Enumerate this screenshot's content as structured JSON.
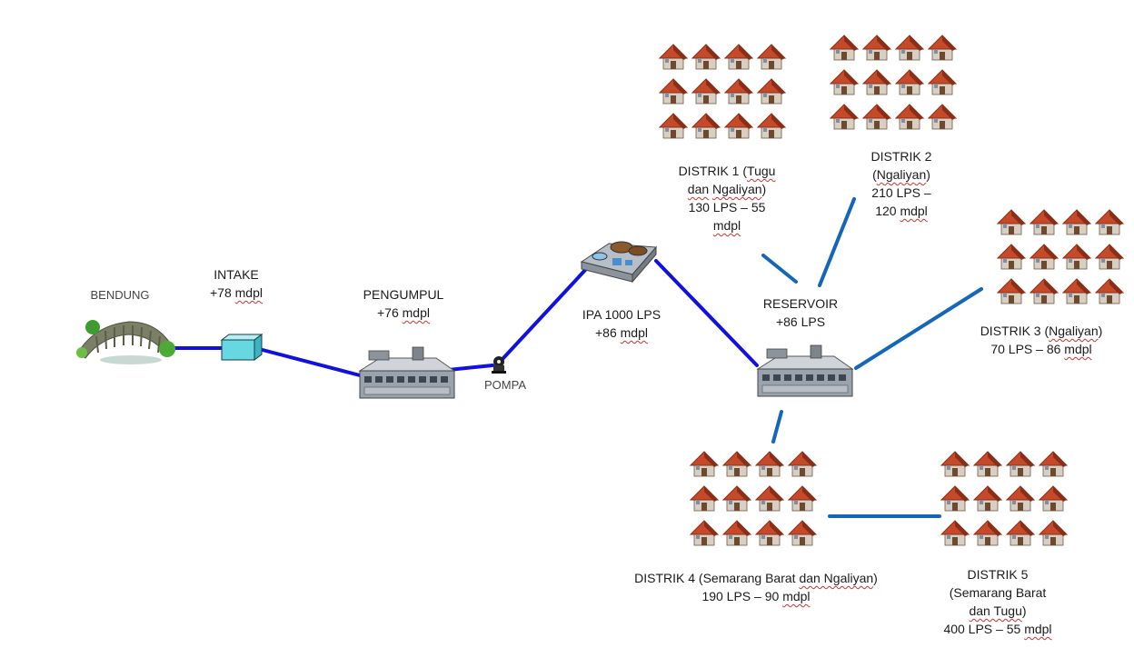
{
  "colors": {
    "trunk_pipe": "#1010e0",
    "distribution_pipe": "#1466b8",
    "roof": "#c44a2a",
    "roof_dark": "#8a2e18",
    "facility_body": "#9aa3ad",
    "intake_box": "#67d7e2"
  },
  "icons": {
    "weir": "weir-icon",
    "intake": "intake-box-icon",
    "collector": "building-icon",
    "pump": "pump-icon",
    "treatment": "treatment-plant-icon",
    "reservoir": "building-icon",
    "houses": "house-cluster-icon"
  },
  "nodes": {
    "bendung": {
      "name": "BENDUNG"
    },
    "intake": {
      "name": "INTAKE",
      "elev_prefix": "+78",
      "elev_unit": "mdpl"
    },
    "pengumpul": {
      "name": "PENGUMPUL",
      "elev_prefix": "+76",
      "elev_unit": "mdpl"
    },
    "pompa": {
      "name": "POMPA"
    },
    "ipa": {
      "name": "IPA 1000 LPS",
      "elev_prefix": "+86",
      "elev_unit": "mdpl"
    },
    "reservoir": {
      "name": "RESERVOIR",
      "capacity": "+86 LPS"
    },
    "distrik1": {
      "line1_a": "DISTRIK 1 (",
      "line1_b": "Tugu",
      "line2_a": "dan",
      "line2_b": " ",
      "line2_c": "Ngaliyan",
      "line2_d": ")",
      "line3": "130 LPS – 55",
      "line4": "mdpl"
    },
    "distrik2": {
      "line1": "DISTRIK 2",
      "line2_a": "(",
      "line2_b": "Ngaliyan",
      "line2_c": ")",
      "line3": "210 LPS –",
      "line4_a": "120 ",
      "line4_b": "mdpl"
    },
    "distrik3": {
      "line1_a": "DISTRIK 3 (",
      "line1_b": "Ngaliyan",
      "line1_c": ")",
      "line2_a": "70 LPS – 86 ",
      "line2_b": "mdpl"
    },
    "distrik4": {
      "line1_a": "DISTRIK 4 (Semarang Barat ",
      "line1_b": "dan Ngaliyan",
      "line1_c": ")",
      "line2_a": "190 LPS – 90 ",
      "line2_b": "mdpl"
    },
    "distrik5": {
      "line1": "DISTRIK 5",
      "line2": "(Semarang Barat",
      "line3_a": "dan Tugu",
      "line3_b": ")",
      "line4_a": "400 LPS – 55 ",
      "line4_b": "mdpl"
    }
  }
}
